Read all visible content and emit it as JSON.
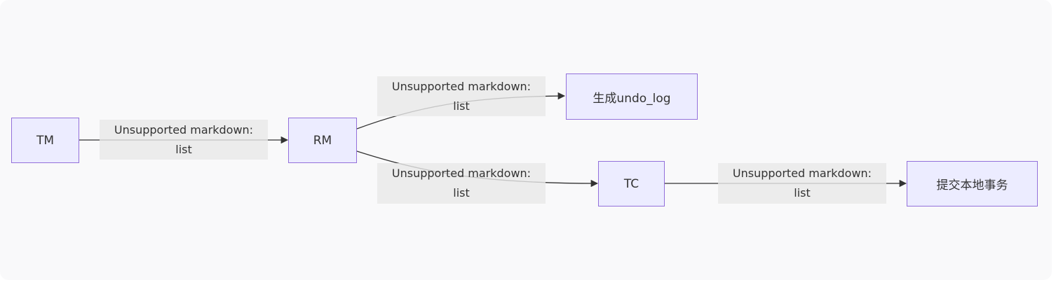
{
  "nodes": {
    "tm": "TM",
    "rm": "RM",
    "undo_log": "生成undo_log",
    "tc": "TC",
    "commit": "提交本地事务"
  },
  "edges": {
    "tm_rm": {
      "line1": "Unsupported markdown:",
      "line2": "list"
    },
    "rm_undo": {
      "line1": "Unsupported markdown:",
      "line2": "list"
    },
    "rm_tc": {
      "line1": "Unsupported markdown:",
      "line2": "list"
    },
    "tc_commit": {
      "line1": "Unsupported markdown:",
      "line2": "list"
    }
  },
  "colors": {
    "node_fill": "#ececff",
    "node_border": "#9370db",
    "edge_stroke": "#333333",
    "label_background": "#e8e8e8",
    "canvas_background": "#f9f9fa"
  }
}
